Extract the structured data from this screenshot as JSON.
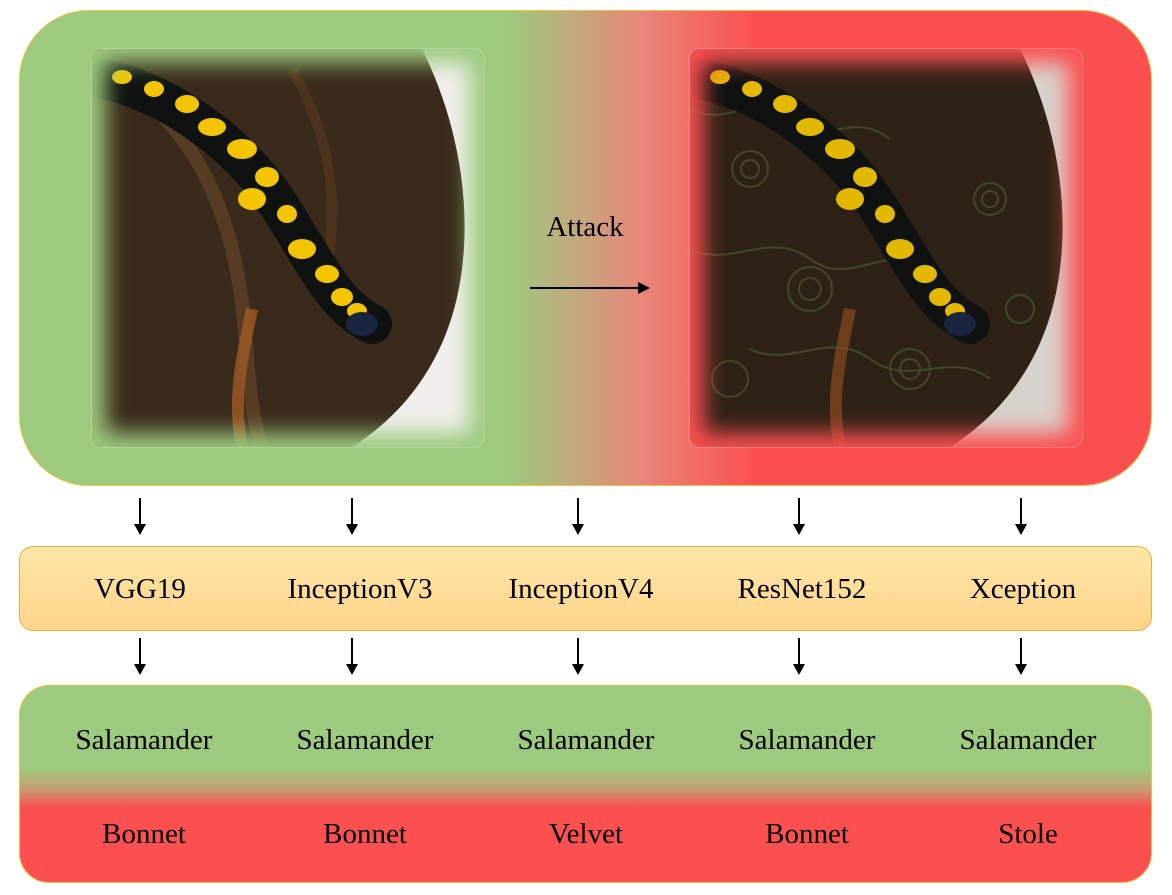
{
  "attack_label": "Attack",
  "images": {
    "original_alt": "Fire salamander on bark",
    "adversarial_alt": "Adversarial fire salamander on bark"
  },
  "models": [
    "VGG19",
    "InceptionV3",
    "InceptionV4",
    "ResNet152",
    "Xception"
  ],
  "clean_predictions": [
    "Salamander",
    "Salamander",
    "Salamander",
    "Salamander",
    "Salamander"
  ],
  "adversarial_predictions": [
    "Bonnet",
    "Bonnet",
    "Velvet",
    "Bonnet",
    "Stole"
  ],
  "colors": {
    "clean_green": "#9dca7e",
    "adversarial_red": "#fb5050",
    "model_box": "#fed58a"
  }
}
